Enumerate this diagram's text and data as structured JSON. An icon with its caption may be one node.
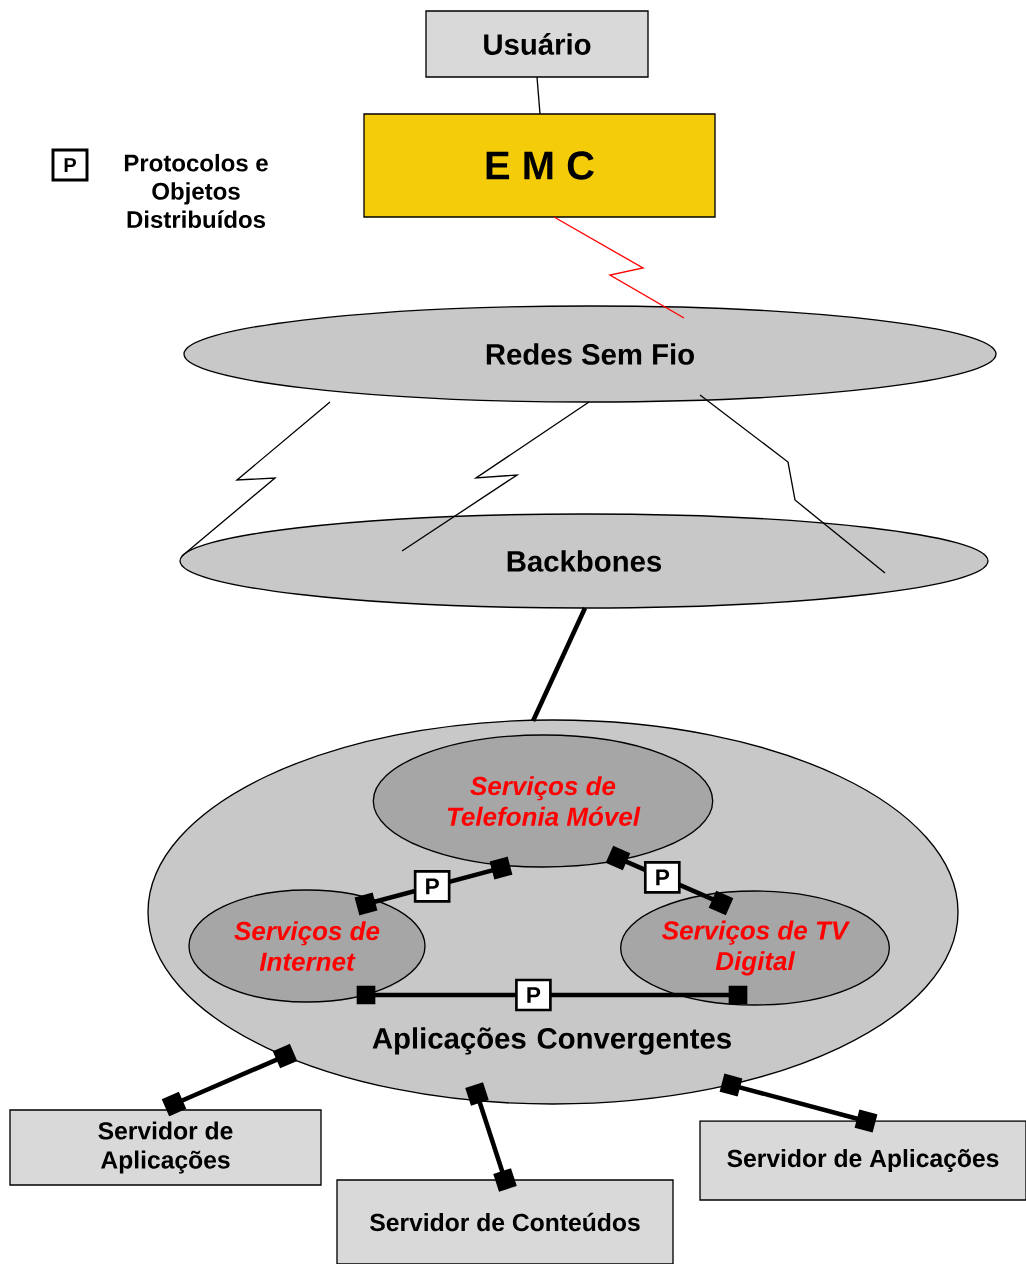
{
  "diagram": {
    "nodes": [
      {
        "text": [
          "Usuário"
        ]
      },
      {
        "text": [
          "E M C"
        ]
      },
      {
        "text": [
          "Redes Sem Fio"
        ]
      },
      {
        "text": [
          "Backbones"
        ]
      },
      {
        "text": [
          "Aplicações Convergentes"
        ]
      },
      {
        "text": [
          "Serviços de Telefonia Móvel"
        ],
        "in": 4
      },
      {
        "text": [
          "Serviços de Internet"
        ],
        "in": 4
      },
      {
        "text": [
          "Serviços de TV Digital"
        ],
        "in": 4
      },
      {
        "text": [
          "Servidor de Aplicações"
        ]
      },
      {
        "text": [
          "Servidor de Conteúdos"
        ]
      },
      {
        "text": [
          "Servidor de Aplicações"
        ]
      }
    ],
    "edges": [
      {
        "from": 0,
        "to": 1,
        "arrow": "none"
      },
      {
        "from": 1,
        "to": 2,
        "arrow": "none",
        "color": "#ff0000"
      },
      {
        "from": 2,
        "to": 3,
        "arrow": "none"
      },
      {
        "from": 2,
        "to": 3,
        "arrow": "none"
      },
      {
        "from": 2,
        "to": 3,
        "arrow": "none"
      },
      {
        "from": 3,
        "to": 4,
        "arrow": "none"
      },
      {
        "from": 6,
        "to": 5,
        "arrow": "other",
        "label": "P"
      },
      {
        "from": 5,
        "to": 7,
        "arrow": "other",
        "label": "P"
      },
      {
        "from": 6,
        "to": 7,
        "arrow": "other",
        "label": "P"
      },
      {
        "from": 4,
        "to": 8,
        "arrow": "other"
      },
      {
        "from": 4,
        "to": 9,
        "arrow": "other"
      },
      {
        "from": 4,
        "to": 10,
        "arrow": "other"
      }
    ],
    "labels": [
      "P"
    ],
    "legend": [
      {
        "text": "Protocolos e Objetos Distribuídos"
      }
    ]
  }
}
